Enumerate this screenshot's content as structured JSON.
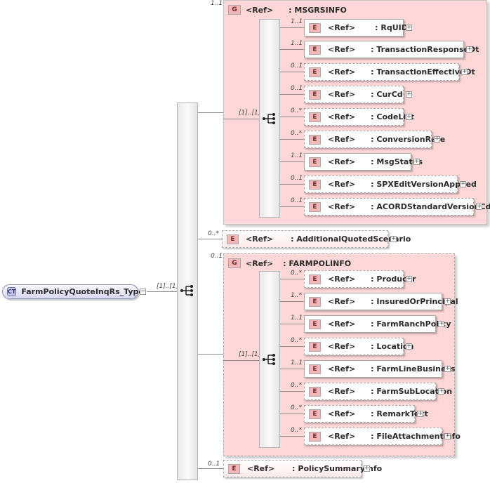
{
  "complex_type": {
    "badge": "CT",
    "name": "FarmPolicyQuoteInqRs_Type"
  },
  "root_sequence": {
    "multiplicity": "[1]..[1]"
  },
  "msgrsinfo": {
    "badge": "G",
    "ref": "<Ref>",
    "name": ": MSGRSINFO",
    "multiplicity": "1..1",
    "sequence_multiplicity": "[1]..[1]",
    "elements": [
      {
        "badge": "E",
        "ref": "<Ref>",
        "name": ": RqUID",
        "mult": "1..1",
        "optional": false
      },
      {
        "badge": "E",
        "ref": "<Ref>",
        "name": ": TransactionResponseDt",
        "mult": "1..1",
        "optional": false
      },
      {
        "badge": "E",
        "ref": "<Ref>",
        "name": ": TransactionEffectiveDt",
        "mult": "0..1",
        "optional": true
      },
      {
        "badge": "E",
        "ref": "<Ref>",
        "name": ": CurCd",
        "mult": "0..1",
        "optional": true
      },
      {
        "badge": "E",
        "ref": "<Ref>",
        "name": ": CodeList",
        "mult": "0..*",
        "optional": true
      },
      {
        "badge": "E",
        "ref": "<Ref>",
        "name": ": ConversionRate",
        "mult": "0..*",
        "optional": true
      },
      {
        "badge": "E",
        "ref": "<Ref>",
        "name": ": MsgStatus",
        "mult": "1..1",
        "optional": false
      },
      {
        "badge": "E",
        "ref": "<Ref>",
        "name": ": SPXEditVersionApplied",
        "mult": "0..1",
        "optional": true
      },
      {
        "badge": "E",
        "ref": "<Ref>",
        "name": ": ACORDStandardVersionCd",
        "mult": "0..1",
        "optional": true
      }
    ]
  },
  "additional": {
    "badge": "E",
    "ref": "<Ref>",
    "name": ": AdditionalQuotedScenario",
    "mult": "0..*"
  },
  "farmpolinfo": {
    "badge": "G",
    "ref": "<Ref>",
    "name": ": FARMPOLINFO",
    "multiplicity": "0..1",
    "sequence_multiplicity": "[1]..[1]",
    "elements": [
      {
        "badge": "E",
        "ref": "<Ref>",
        "name": ": Producer",
        "mult": "0..*",
        "optional": true
      },
      {
        "badge": "E",
        "ref": "<Ref>",
        "name": ": InsuredOrPrincipal",
        "mult": "1..*",
        "optional": false
      },
      {
        "badge": "E",
        "ref": "<Ref>",
        "name": ": FarmRanchPolicy",
        "mult": "1..1",
        "optional": false
      },
      {
        "badge": "E",
        "ref": "<Ref>",
        "name": ": Location",
        "mult": "0..*",
        "optional": true
      },
      {
        "badge": "E",
        "ref": "<Ref>",
        "name": ": FarmLineBusiness",
        "mult": "1..1",
        "optional": false
      },
      {
        "badge": "E",
        "ref": "<Ref>",
        "name": ": FarmSubLocation",
        "mult": "0..*",
        "optional": true
      },
      {
        "badge": "E",
        "ref": "<Ref>",
        "name": ": RemarkText",
        "mult": "0..*",
        "optional": true
      },
      {
        "badge": "E",
        "ref": "<Ref>",
        "name": ": FileAttachmentInfo",
        "mult": "0..*",
        "optional": true
      }
    ]
  },
  "policysummary": {
    "badge": "E",
    "ref": "<Ref>",
    "name": ": PolicySummaryInfo",
    "mult": "0..1"
  },
  "icons": {
    "expand": "plus-icon",
    "collapse": "minus-icon",
    "sequence": "sequence-icon"
  }
}
